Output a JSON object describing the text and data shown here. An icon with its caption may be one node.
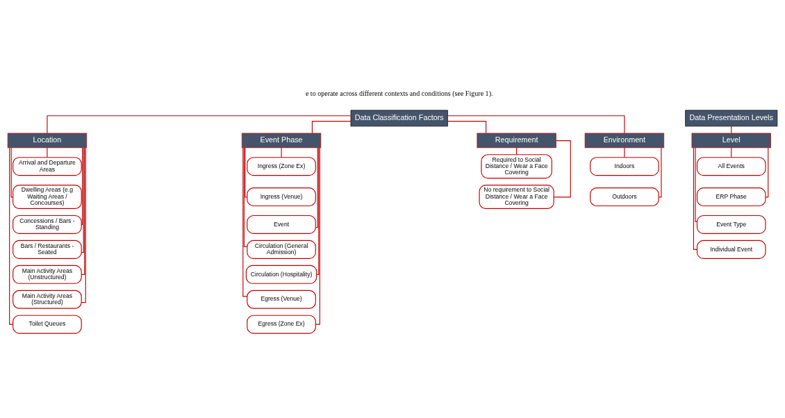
{
  "diagram": {
    "nodes": [
      {
        "text": [
          "Data Classification Factors"
        ]
      },
      {
        "text": [
          "Location"
        ]
      },
      {
        "text": [
          "Arrival and Departure Areas"
        ]
      },
      {
        "text": [
          "Dwelling Areas (e.g Waiting Areas / Concourses)"
        ]
      },
      {
        "text": [
          "Concessions / Bars - Standing"
        ]
      },
      {
        "text": [
          "Bars / Restaurants - Seated"
        ]
      },
      {
        "text": [
          "Main Activity Areas (Unstructured)"
        ]
      },
      {
        "text": [
          "Main Activity Areas (Structured)"
        ]
      },
      {
        "text": [
          "Toilet Queues"
        ]
      },
      {
        "text": [
          "Event Phase"
        ]
      },
      {
        "text": [
          "Ingress (Zone Ex)"
        ]
      },
      {
        "text": [
          "Ingress (Venue)"
        ]
      },
      {
        "text": [
          "Event"
        ]
      },
      {
        "text": [
          "Circulation (General Admission)"
        ]
      },
      {
        "text": [
          "Circulation (Hospitality)"
        ]
      },
      {
        "text": [
          "Egress (Venue)"
        ]
      },
      {
        "text": [
          "Egress (Zone Ex)"
        ]
      },
      {
        "text": [
          "Requirement"
        ]
      },
      {
        "text": [
          "Required to Social Distance / Wear a Face Covering"
        ]
      },
      {
        "text": [
          "No requirement to Social Distance / Wear a Face Covering"
        ]
      },
      {
        "text": [
          "Environment"
        ]
      },
      {
        "text": [
          "Indoors"
        ]
      },
      {
        "text": [
          "Outdoors"
        ]
      },
      {
        "text": [
          "Data Presentation Levels"
        ]
      },
      {
        "text": [
          "Level"
        ]
      },
      {
        "text": [
          "All Events"
        ]
      },
      {
        "text": [
          "ERP Phase"
        ]
      },
      {
        "text": [
          "Event Type"
        ]
      },
      {
        "text": [
          "Individual Event"
        ]
      }
    ],
    "edges": [
      {
        "from": 0,
        "to": 1,
        "arrow": "none"
      },
      {
        "from": 0,
        "to": 9,
        "arrow": "none"
      },
      {
        "from": 0,
        "to": 17,
        "arrow": "none"
      },
      {
        "from": 0,
        "to": 20,
        "arrow": "none"
      },
      {
        "from": 23,
        "to": 24,
        "arrow": "none"
      },
      {
        "from": 1,
        "to": 2,
        "arrow": "none"
      },
      {
        "from": 1,
        "to": 3,
        "arrow": "none"
      },
      {
        "from": 1,
        "to": 4,
        "arrow": "none"
      },
      {
        "from": 1,
        "to": 5,
        "arrow": "none"
      },
      {
        "from": 1,
        "to": 6,
        "arrow": "none"
      },
      {
        "from": 1,
        "to": 7,
        "arrow": "none"
      },
      {
        "from": 1,
        "to": 8,
        "arrow": "none"
      },
      {
        "from": 9,
        "to": 10,
        "arrow": "none"
      },
      {
        "from": 9,
        "to": 11,
        "arrow": "none"
      },
      {
        "from": 9,
        "to": 12,
        "arrow": "none"
      },
      {
        "from": 9,
        "to": 13,
        "arrow": "none"
      },
      {
        "from": 9,
        "to": 14,
        "arrow": "none"
      },
      {
        "from": 9,
        "to": 15,
        "arrow": "none"
      },
      {
        "from": 9,
        "to": 16,
        "arrow": "none"
      },
      {
        "from": 17,
        "to": 18,
        "arrow": "none"
      },
      {
        "from": 17,
        "to": 19,
        "arrow": "none"
      },
      {
        "from": 20,
        "to": 21,
        "arrow": "none"
      },
      {
        "from": 20,
        "to": 22,
        "arrow": "none"
      },
      {
        "from": 24,
        "to": 25,
        "arrow": "none"
      },
      {
        "from": 24,
        "to": 26,
        "arrow": "none"
      },
      {
        "from": 24,
        "to": 27,
        "arrow": "none"
      },
      {
        "from": 24,
        "to": 28,
        "arrow": "none"
      }
    ],
    "labels": [
      "e to operate across different contexts and conditions (see Figure 1)."
    ]
  }
}
